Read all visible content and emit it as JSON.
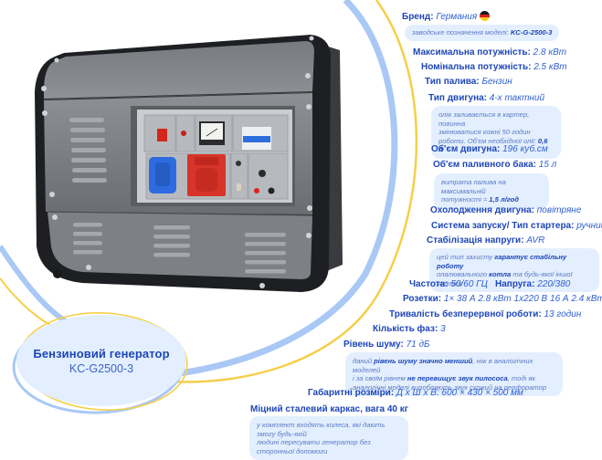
{
  "title": {
    "line1": "Бензиновий генератор",
    "line2": "KC-G2500-3"
  },
  "colors": {
    "brand_blue": "#1d46b8",
    "value_blue": "#2f5fd0",
    "note_bg": "#e3efff",
    "arc_blue": "#a9c8f5",
    "arc_yellow": "#f5cf4a"
  },
  "brand": {
    "label": "Бренд:",
    "value": "Германия",
    "icon": "germany-flag-icon"
  },
  "model_note": {
    "text": "заводське позначення моделі:",
    "bold": "KC-G-2500-3"
  },
  "specs": {
    "max_power": {
      "label": "Максимальна потужність:",
      "value": "2.8 кВт"
    },
    "nominal_power": {
      "label": "Номінальна потужність:",
      "value": "2.5 кВт"
    },
    "fuel_type": {
      "label": "Тип палива:",
      "value": "Бензин"
    },
    "engine_type": {
      "label": "Тип двигуна:",
      "value": "4-х тактний"
    },
    "engine_volume": {
      "label": "Об'єм двигуна:",
      "value": "196 куб.см"
    },
    "tank_volume": {
      "label": "Об'єм паливного бака:",
      "value": "15 л"
    },
    "cooling": {
      "label": "Охолодження двигуна:",
      "value": "повітряне"
    },
    "starter": {
      "label": "Система запуску/ Тип стартера:",
      "value": "ручний"
    },
    "stabilization": {
      "label": "Стабілізація напруги:",
      "value": "AVR"
    },
    "frequency": {
      "label": "Частота:",
      "value": "50/60 ГЦ"
    },
    "voltage": {
      "label": "Напруга:",
      "value": "220/380"
    },
    "sockets": {
      "label": "Розетки:",
      "value": "1× 38 А 2.8 кВт 1х220 В 16 А 2.4 кВт"
    },
    "runtime": {
      "label": "Тривалість безперервної роботи:",
      "value": "13 годин"
    },
    "phases": {
      "label": "Кількість фаз:",
      "value": "3"
    },
    "noise": {
      "label": "Рівень шуму:",
      "value": "71 дБ"
    },
    "dimensions": {
      "label": "Габаритні розміри:",
      "value": "Д х Ш х В: 600 × 430 × 500 мм"
    },
    "frame": {
      "label": "Міцний сталевий каркас, вага 40 кг"
    }
  },
  "notes": {
    "oil": {
      "l1": "олія заливається в картер, повинна",
      "l2": "змінюватися кожні 50 годин",
      "l3a": "роботи. Об'єм необхідної олії: ",
      "l3b": "0,6 л"
    },
    "fuel": {
      "l1": "витрата палива на максимальній",
      "l2a": "потужності ≈ ",
      "l2b": "1,5 л/год"
    },
    "avr": {
      "l1a": "цей тип захисту ",
      "l1b": "гарантує стабільну роботу",
      "l2a": "опалювального ",
      "l2b": "котла",
      "l2c": " та будь-якої іншої техніки"
    },
    "noise": {
      "l1a": "даний ",
      "l1b": "рівень шуму значно менший",
      "l1c": ", ніж в аналогічних моделей",
      "l2a": "і за своїм рівнем ",
      "l2b": "не перевищує звук пилососа",
      "l2c": ", тоді як",
      "l3": "аналогічні моделі виробляють звук схожий на перфоратор"
    },
    "wheels": {
      "l1": "у комплект входять колеса, які дають змогу будь-якій",
      "l2": "людині пересувати генератор без сторонньої допомоги"
    }
  },
  "panel": {
    "eng_sw": "ENG SW",
    "on": "ON",
    "off": "OFF",
    "lamp": "LAMP",
    "breaker": "DZ6 6A D P",
    "dc": "DC 12V 8.3A",
    "socket_label": "AC 230V"
  }
}
